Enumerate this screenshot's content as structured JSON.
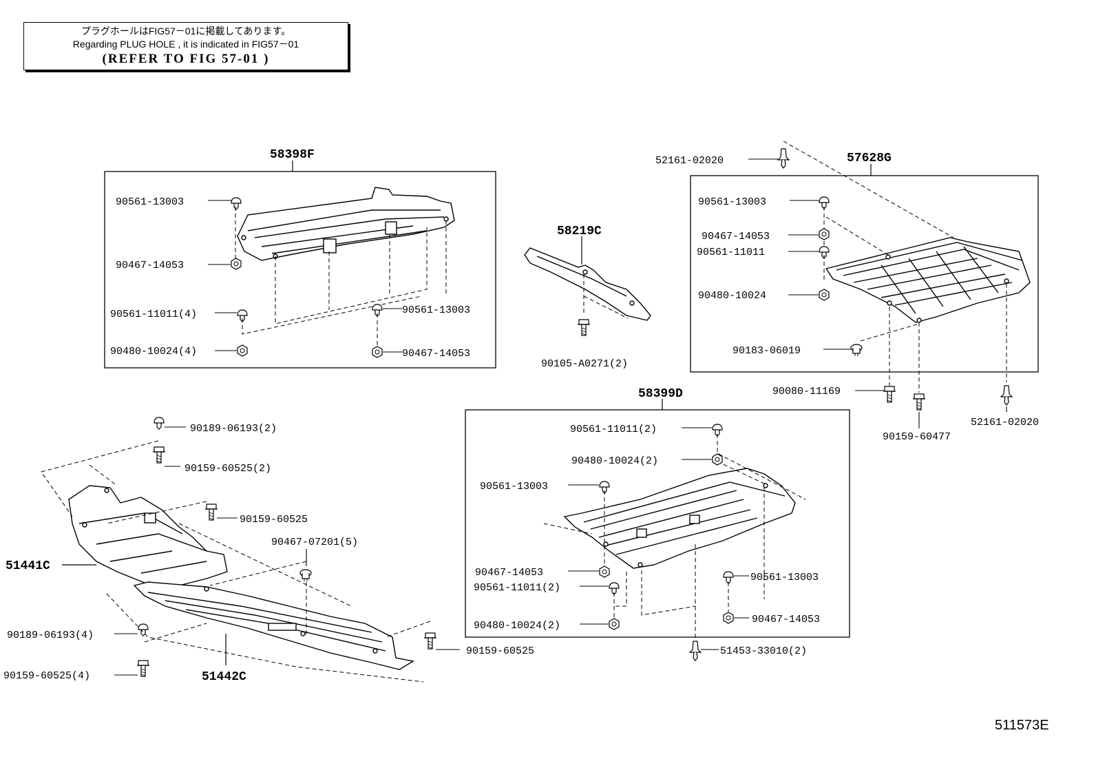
{
  "note": {
    "line_jp": "プラグホールはFIG57－01に掲載してあります。",
    "line_en": "Regarding PLUG HOLE , it is indicated in FIG57－01",
    "line_ref": "(REFER TO FIG   57-01    )"
  },
  "figure_id": "511573E",
  "assemblies": [
    {
      "id": "a1",
      "label": "58398F"
    },
    {
      "id": "a2",
      "label": "58219C"
    },
    {
      "id": "a3",
      "label": "57628G"
    },
    {
      "id": "a4",
      "label": "58399D"
    },
    {
      "id": "a5",
      "label": "51441C"
    },
    {
      "id": "a6",
      "label": "51442C"
    }
  ],
  "callouts": [
    {
      "id": "c01",
      "text": "90561-13003"
    },
    {
      "id": "c02",
      "text": "90467-14053"
    },
    {
      "id": "c03",
      "text": "90561-11011(4)"
    },
    {
      "id": "c04",
      "text": "90480-10024(4)"
    },
    {
      "id": "c05",
      "text": "90561-13003"
    },
    {
      "id": "c06",
      "text": "90467-14053"
    },
    {
      "id": "c07",
      "text": "90105-A0271(2)"
    },
    {
      "id": "c08",
      "text": "52161-02020"
    },
    {
      "id": "c09",
      "text": "90561-13003"
    },
    {
      "id": "c10",
      "text": "90467-14053"
    },
    {
      "id": "c11",
      "text": "90561-11011"
    },
    {
      "id": "c12",
      "text": "90480-10024"
    },
    {
      "id": "c13",
      "text": "90183-06019"
    },
    {
      "id": "c14",
      "text": "90080-11169"
    },
    {
      "id": "c15",
      "text": "90159-60477"
    },
    {
      "id": "c16",
      "text": "52161-02020"
    },
    {
      "id": "c17",
      "text": "90189-06193(2)"
    },
    {
      "id": "c18",
      "text": "90159-60525(2)"
    },
    {
      "id": "c19",
      "text": "90159-60525"
    },
    {
      "id": "c20",
      "text": "90467-07201(5)"
    },
    {
      "id": "c21",
      "text": "90189-06193(4)"
    },
    {
      "id": "c22",
      "text": "90159-60525(4)"
    },
    {
      "id": "c23",
      "text": "90159-60525"
    },
    {
      "id": "c24",
      "text": "90561-11011(2)"
    },
    {
      "id": "c25",
      "text": "90480-10024(2)"
    },
    {
      "id": "c26",
      "text": "90561-13003"
    },
    {
      "id": "c27",
      "text": "90467-14053"
    },
    {
      "id": "c28",
      "text": "90561-11011(2)"
    },
    {
      "id": "c29",
      "text": "90480-10024(2)"
    },
    {
      "id": "c30",
      "text": "90561-13003"
    },
    {
      "id": "c31",
      "text": "90467-14053"
    },
    {
      "id": "c32",
      "text": "51453-33010(2)"
    }
  ]
}
